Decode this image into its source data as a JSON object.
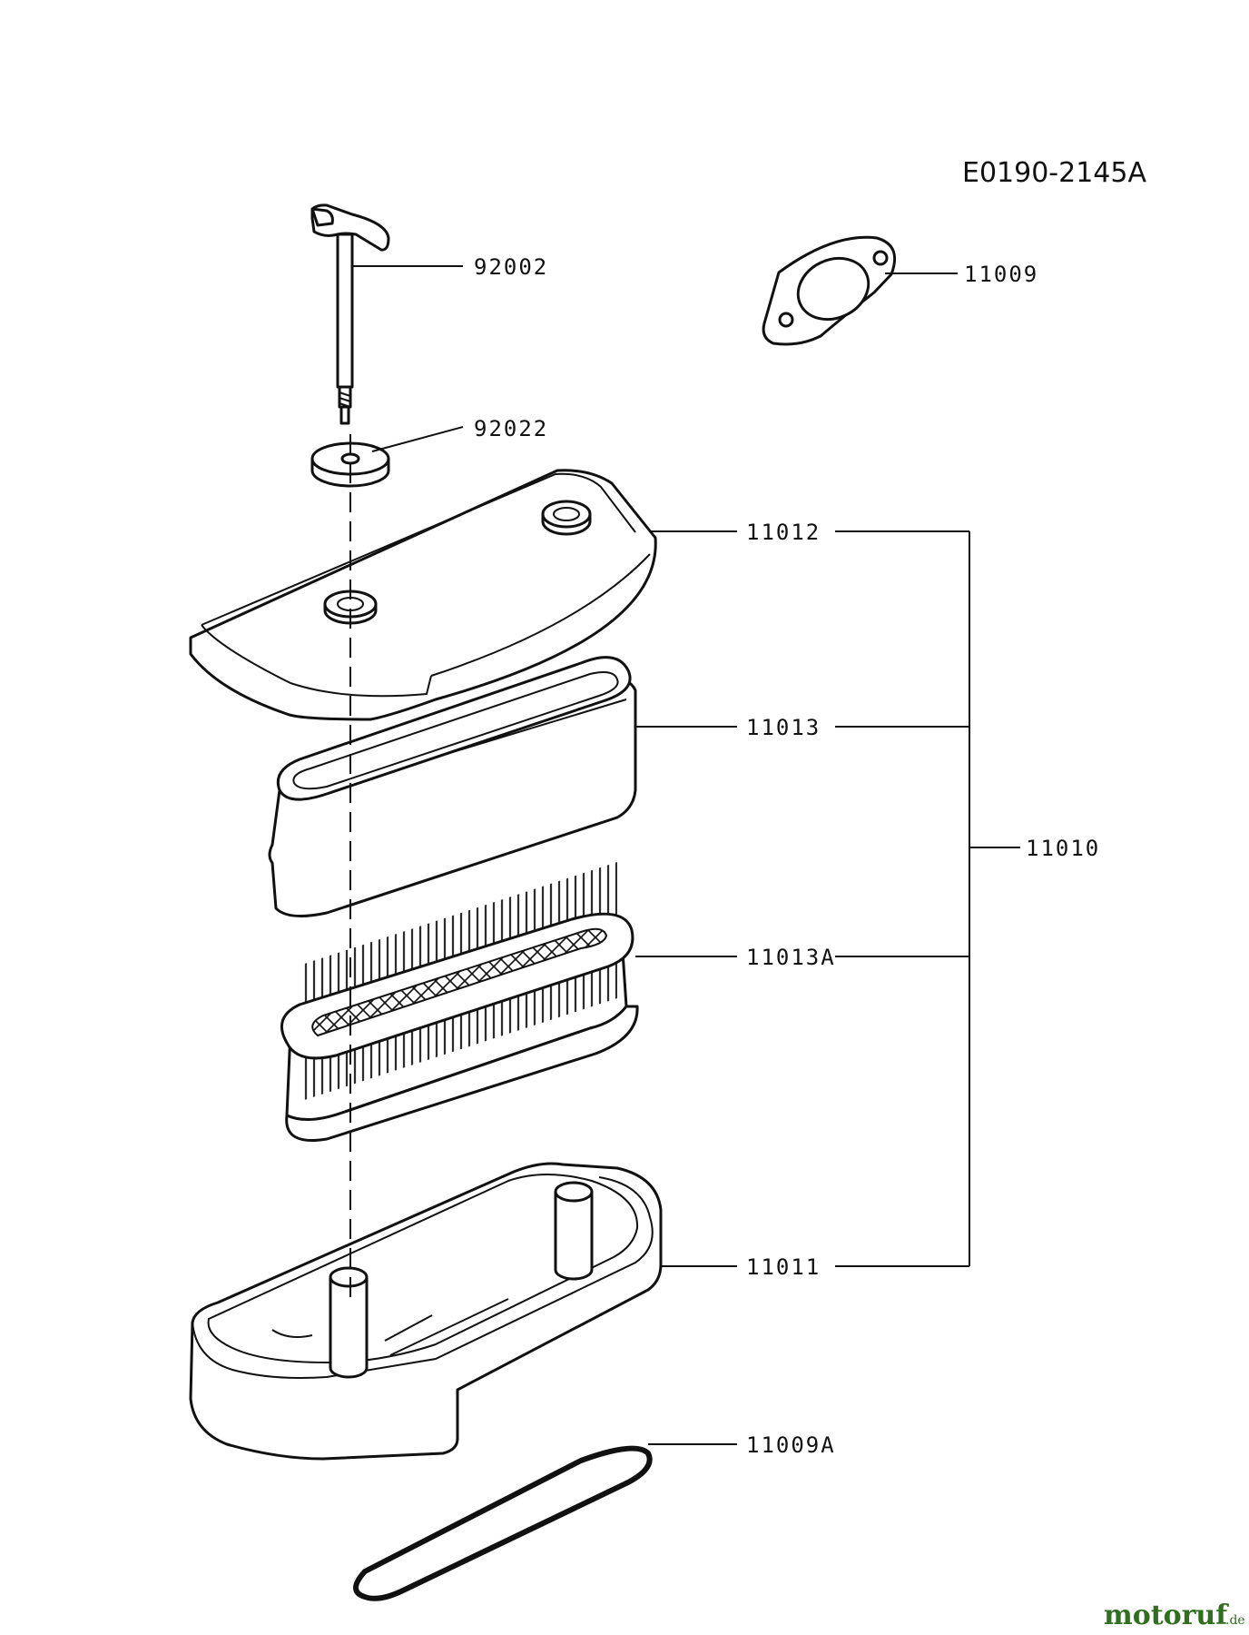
{
  "diagram": {
    "code": "E0190-2145A",
    "parts": [
      {
        "id": "wing-bolt",
        "number": "92002"
      },
      {
        "id": "washer",
        "number": "92022"
      },
      {
        "id": "gasket",
        "number": "11009"
      },
      {
        "id": "cover",
        "number": "11012"
      },
      {
        "id": "foam-element",
        "number": "11013"
      },
      {
        "id": "paper-element",
        "number": "11013A"
      },
      {
        "id": "assembly",
        "number": "11010"
      },
      {
        "id": "base",
        "number": "11011"
      },
      {
        "id": "base-gasket",
        "number": "11009A"
      }
    ]
  },
  "watermark": {
    "brand": "motoruf",
    "suffix": ".de"
  },
  "colors": {
    "ink": "#111111",
    "brand": "#2f6f1e"
  }
}
